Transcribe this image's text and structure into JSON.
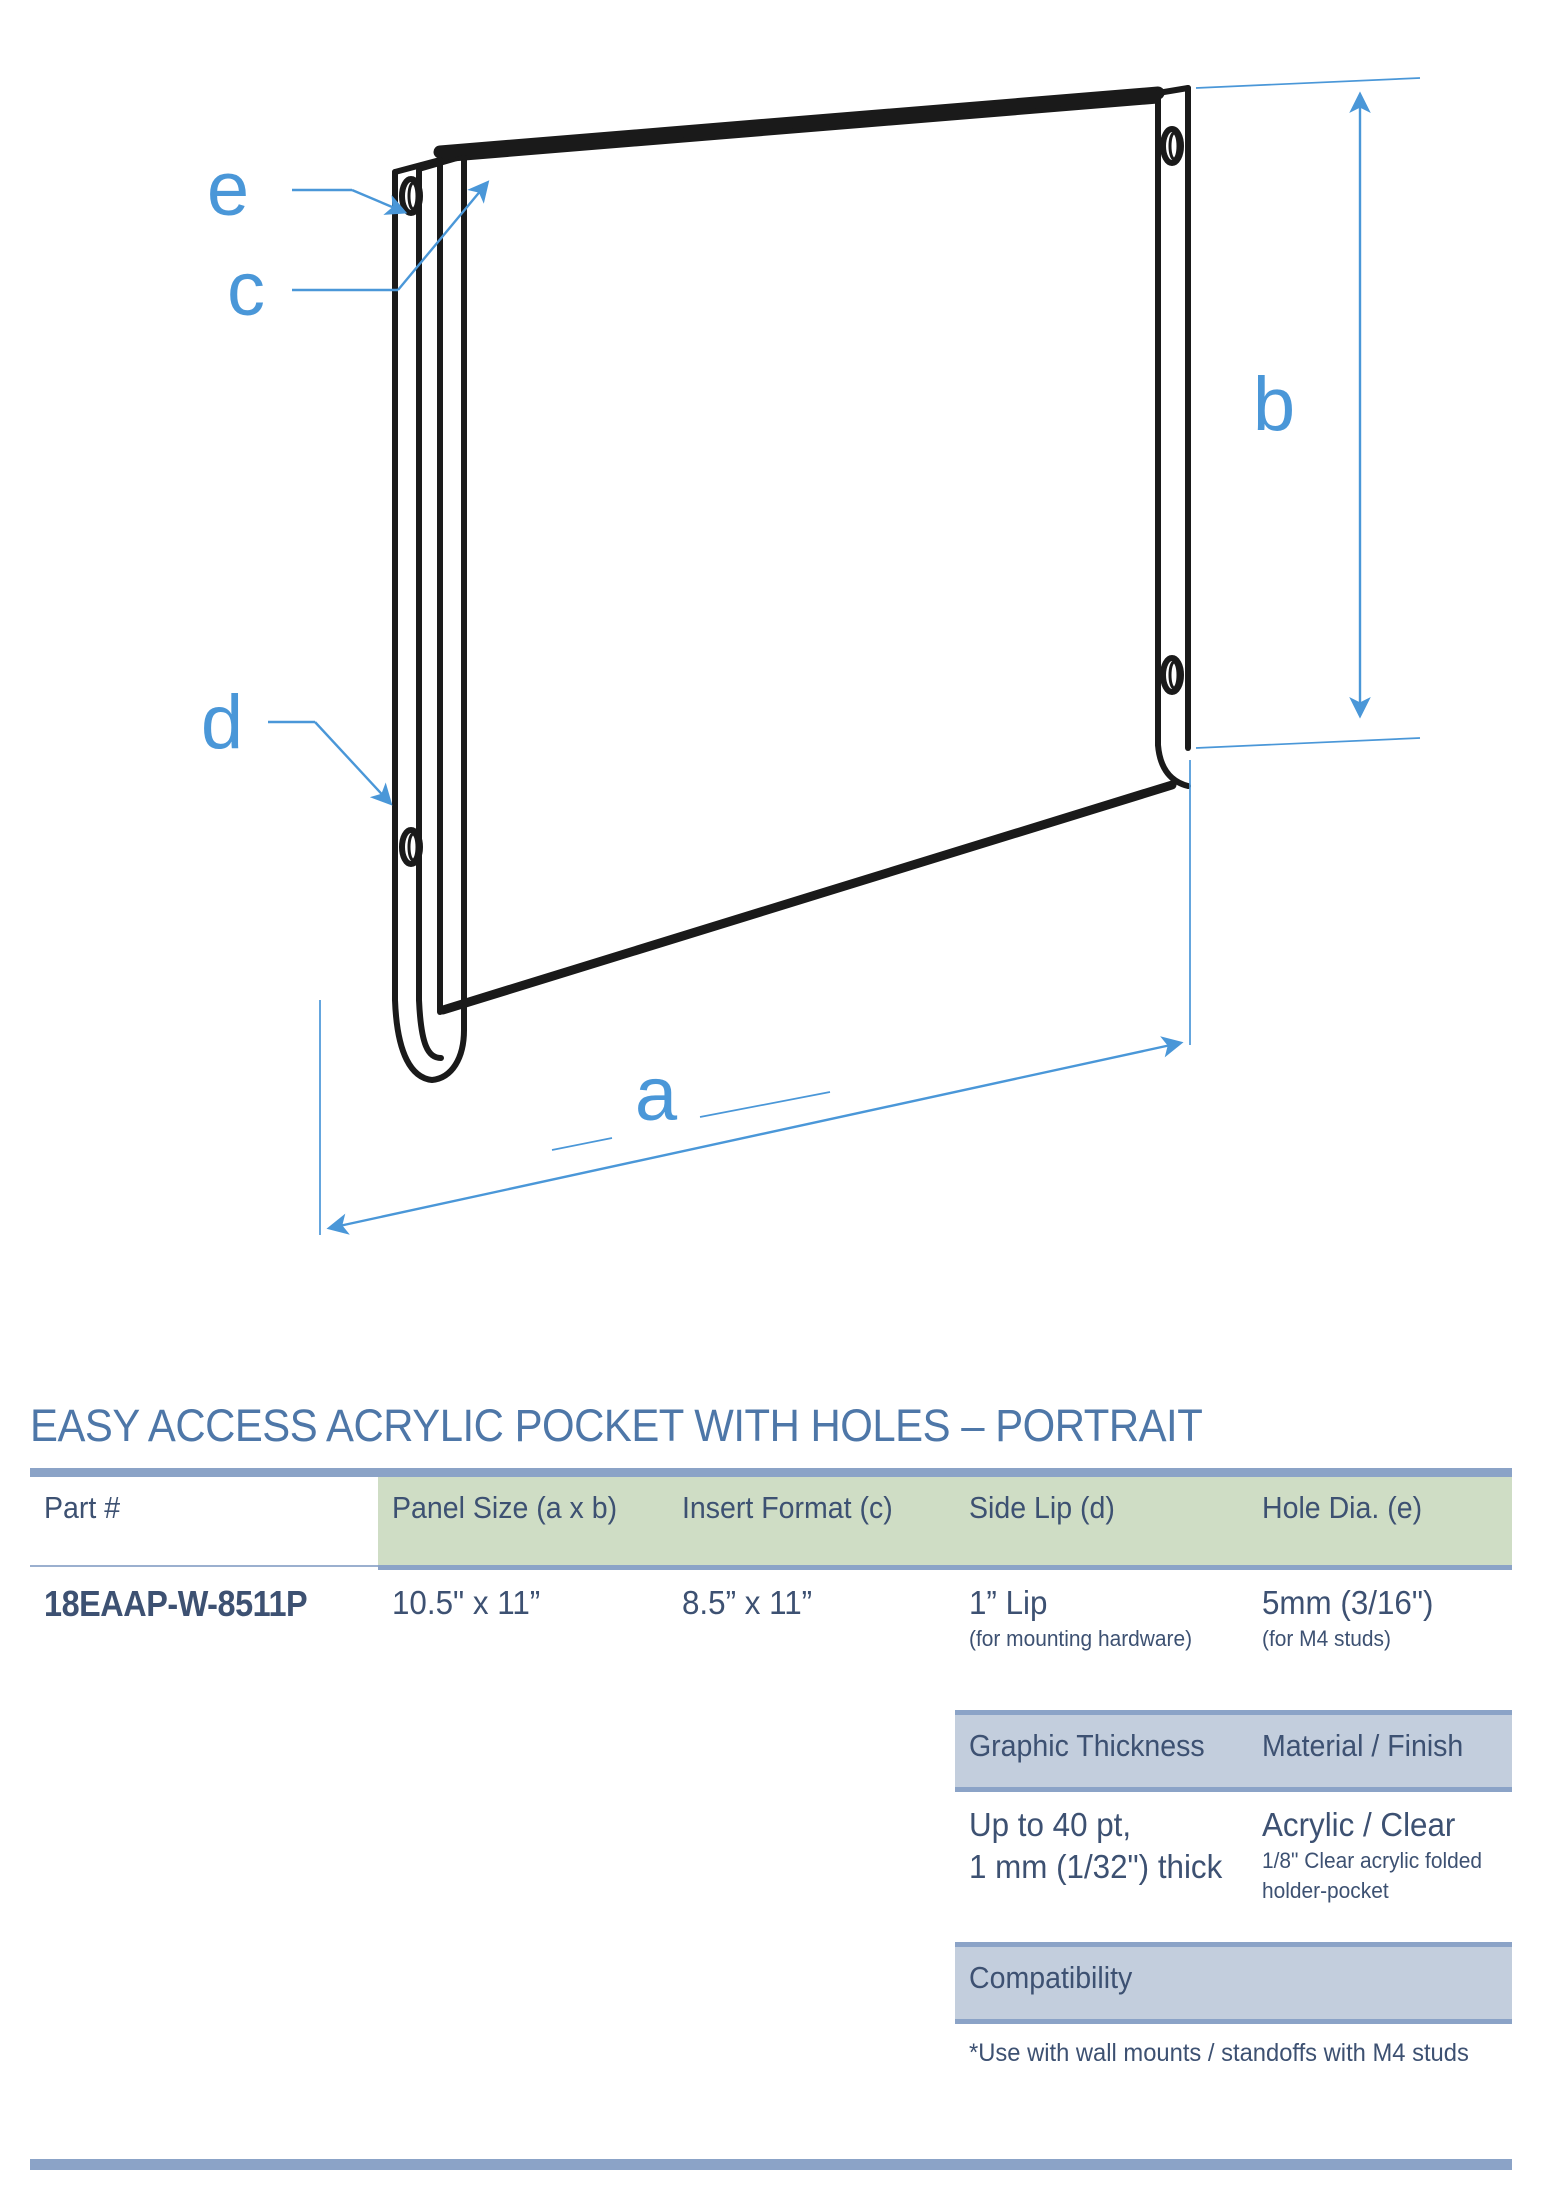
{
  "product": {
    "title": "EASY ACCESS ACRYLIC POCKET WITH HOLES – PORTRAIT"
  },
  "drawing": {
    "labels": {
      "a": "a",
      "b": "b",
      "c": "c",
      "d": "d",
      "e": "e"
    },
    "accent_color": "#4a97d8",
    "line_color": "#1a1a1a"
  },
  "table": {
    "headers": {
      "part": "Part #",
      "panel_size": "Panel Size (a x b)",
      "insert_format": "Insert Format (c)",
      "side_lip": "Side Lip (d)",
      "hole_dia": "Hole Dia. (e)"
    },
    "row": {
      "part_number": "18EAAP-W-8511P",
      "panel_size": "10.5\" x 11”",
      "insert_format": "8.5” x 11”",
      "side_lip_main": "1” Lip",
      "side_lip_sub": "(for mounting hardware)",
      "hole_dia_main": "5mm (3/16\")",
      "hole_dia_sub": "(for M4 studs)"
    },
    "section2": {
      "header_thickness": "Graphic Thickness",
      "header_material": "Material / Finish",
      "thickness_line1": "Up to 40 pt,",
      "thickness_line2": "1 mm (1/32\") thick",
      "material_main": "Acrylic / Clear",
      "material_sub_line1": "1/8\" Clear acrylic folded",
      "material_sub_line2": "holder-pocket"
    },
    "section3": {
      "header": "Compatibility",
      "note": "*Use with wall mounts / standoffs with M4 studs"
    }
  },
  "colors": {
    "title_blue": "#4e77a8",
    "header_green": "#cfddc5",
    "header_grey": "#c3cedd",
    "rule_blue": "#8ba3c7",
    "text_navy": "#3d5172"
  }
}
